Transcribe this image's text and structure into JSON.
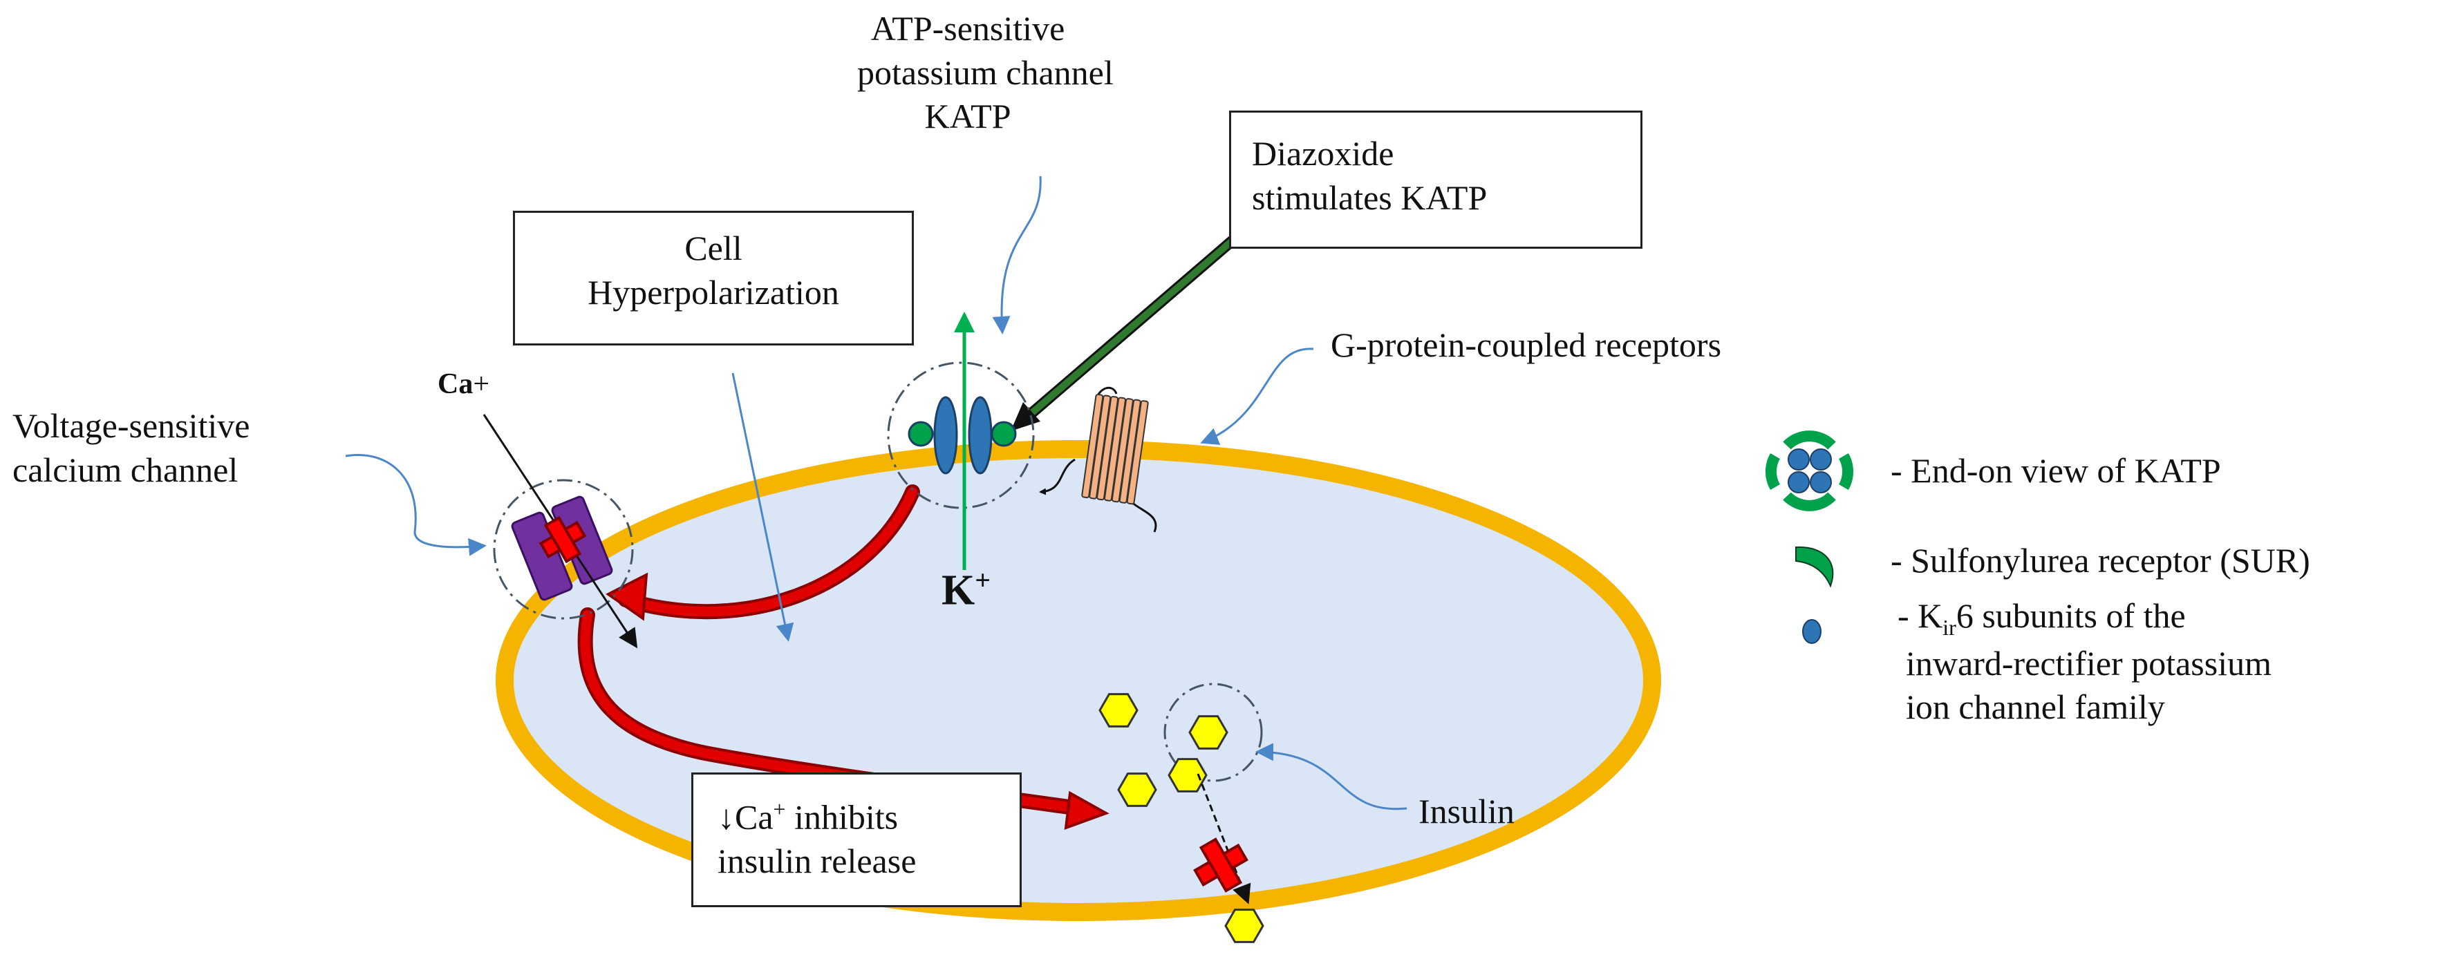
{
  "labels": {
    "katp_title_line1": "ATP-sensitive",
    "katp_title_line2": "potassium channel",
    "katp_title_line3": "KATP",
    "diazoxide_line1": "Diazoxide",
    "diazoxide_line2": "stimulates KATP",
    "hyperpol_line1": "Cell",
    "hyperpol_line2": "Hyperpolarization",
    "gpcr": "G-protein-coupled receptors",
    "vscc_line1": "Voltage-sensitive",
    "vscc_line2": "calcium channel",
    "ca_ion": "Ca",
    "ca_charge": "+",
    "k_ion": "K",
    "k_charge": "+",
    "inhibit_arrow": "↓Ca",
    "inhibit_charge": "+",
    "inhibit_line1_rest": " inhibits",
    "inhibit_line2": "insulin release",
    "insulin": "Insulin"
  },
  "legend": {
    "katp_end_on": "- End-on view of KATP",
    "sur": "- Sulfonylurea receptor (SUR)",
    "kir_prefix": "- K",
    "kir_sub": "ir",
    "kir_rest": "6 subunits of the",
    "kir_line2": "inward-rectifier potassium",
    "kir_line3": "ion channel family"
  },
  "colors": {
    "cell_fill": "#dae6f6",
    "membrane": "#f5b400",
    "pathway_red": "#c00000",
    "annotation_blue": "#4a86c8",
    "katp_subunit": "#2e75b6",
    "sur_green": "#00a14b",
    "efflux_green": "#00b050",
    "calcium_channel": "#7030a0",
    "gpcr_orange": "#f4b183",
    "insulin_yellow": "#ffff00",
    "diazoxide_arrow": "#1f5c1f"
  }
}
